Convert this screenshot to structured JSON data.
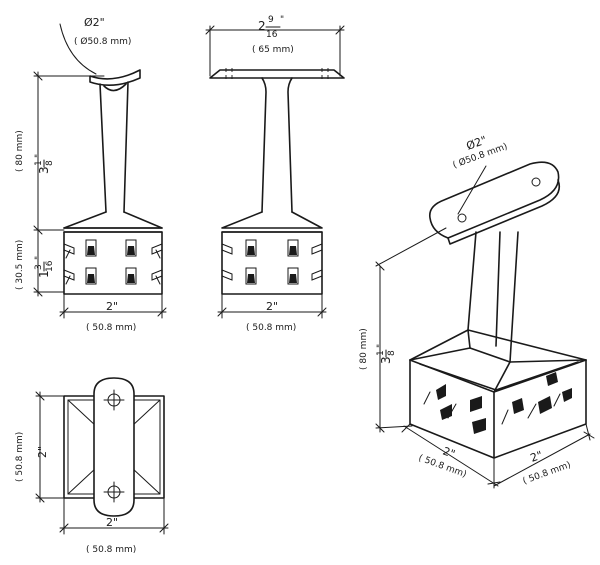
{
  "dimensions": {
    "front_top_dia": "Ø2\"",
    "front_top_dia_mm": "( Ø50.8 mm)",
    "side_width_whole": "2",
    "side_width_num": "9",
    "side_width_den": "16",
    "side_width_unit": "\"",
    "side_width_mm": "( 65 mm)",
    "height_whole": "3",
    "height_num": "1",
    "height_den": "8",
    "height_unit": "\"",
    "height_mm": "( 80 mm)",
    "base_whole": "1",
    "base_num": "3",
    "base_den": "16",
    "base_unit": "\"",
    "base_mm": "( 30.5 mm)",
    "front_width": "2\"",
    "front_width_mm": "( 50.8 mm)",
    "side_bottom_width": "2\"",
    "side_bottom_width_mm": "( 50.8 mm)",
    "top_width": "2\"",
    "top_width_mm": "( 50.8 mm)",
    "top_height": "2\"",
    "top_height_mm": "( 50.8 mm)",
    "iso_dia": "Ø2\"",
    "iso_dia_mm": "( Ø50.8 mm)",
    "iso_height_whole": "3",
    "iso_height_num": "1",
    "iso_height_den": "8",
    "iso_height_unit": "\"",
    "iso_height_mm": "( 80 mm)",
    "iso_left_width": "2\"",
    "iso_left_width_mm": "( 50.8 mm)",
    "iso_right_width": "2\"",
    "iso_right_width_mm": "( 50.8 mm)"
  }
}
